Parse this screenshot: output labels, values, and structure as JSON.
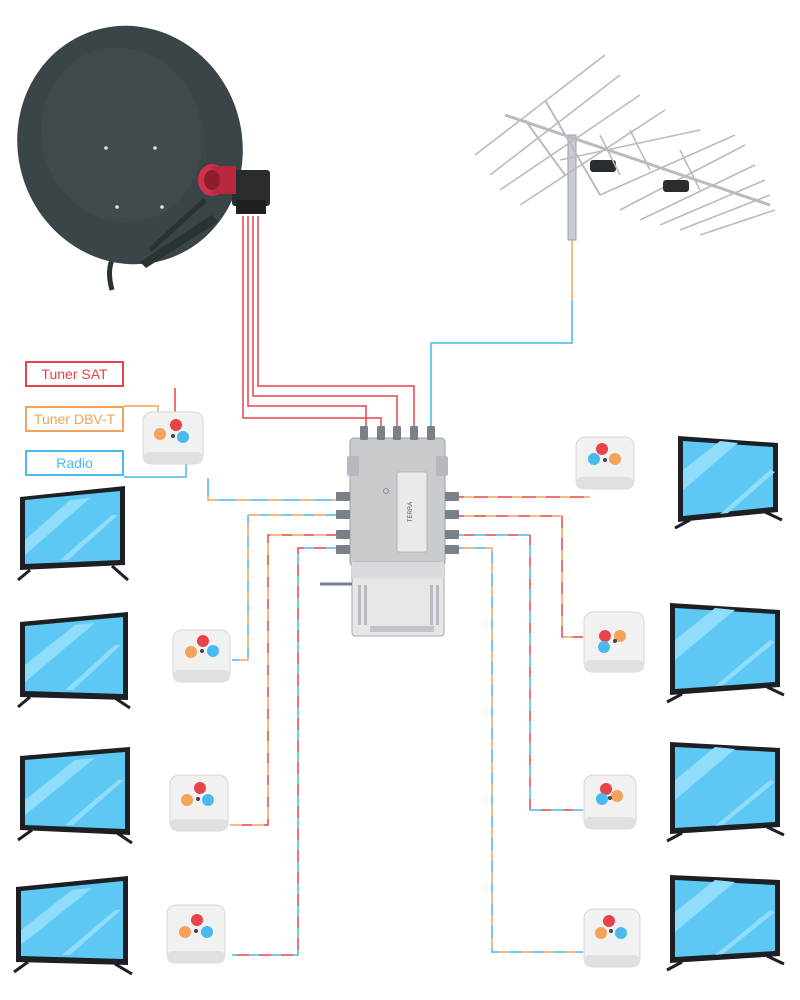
{
  "legend": {
    "sat": "Tuner SAT",
    "dvbt": "Tuner DBV-T",
    "radio": "Radio"
  },
  "colors": {
    "sat": "#e8424a",
    "dvbt": "#f5a35a",
    "radio": "#49b9ee",
    "screen": "#5ec8f5",
    "screen_hi": "#8fdcfb",
    "tv_frame": "#1c1f24",
    "dish": "#394546",
    "socket": "#f1f1f1",
    "multiswitch": "#c9cccf",
    "antenna": "#c8ccd0"
  },
  "device": {
    "brand": "TERRA"
  }
}
